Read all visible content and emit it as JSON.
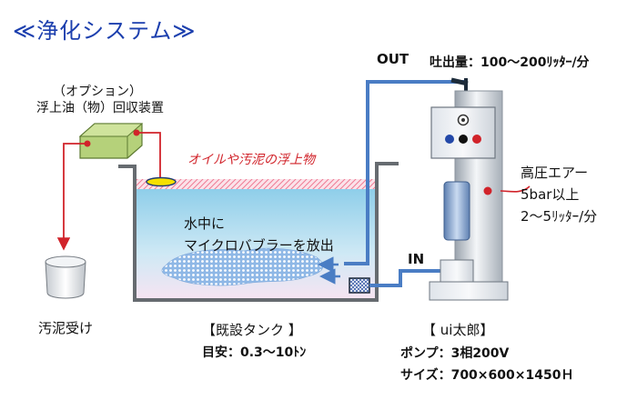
{
  "title": "≪浄化システム≫",
  "option_device": {
    "line1": "（オプション）",
    "line2": "浮上油（物）回収装置"
  },
  "oil_label": "オイルや汚泥の浮上物",
  "micro": {
    "line1": "水中に",
    "line2": "マイクロバブラーを放出"
  },
  "out_label": "OUT",
  "discharge": "吐出量：100〜200ﾘｯﾀｰ/分",
  "air": {
    "line1": "高圧エアー",
    "line2": "5bar以上",
    "line3": "2〜5ﾘｯﾀｰ/分"
  },
  "in_label": "IN",
  "sludge_label": "汚泥受け",
  "tank": {
    "line1": "【既設タンク 】",
    "line2": "目安：0.3〜10ﾄﾝ"
  },
  "unit": {
    "line1": "【 ui太郎】",
    "line2": "ポンプ：3相200V",
    "line3": "サイズ：700×600×1450Ｈ"
  },
  "colors": {
    "pipe": "#4a7dc4",
    "red": "#d1232a",
    "device": "#b5d17a",
    "water_top": "#9fd6ee",
    "water_bottom": "#f6e4f2"
  }
}
